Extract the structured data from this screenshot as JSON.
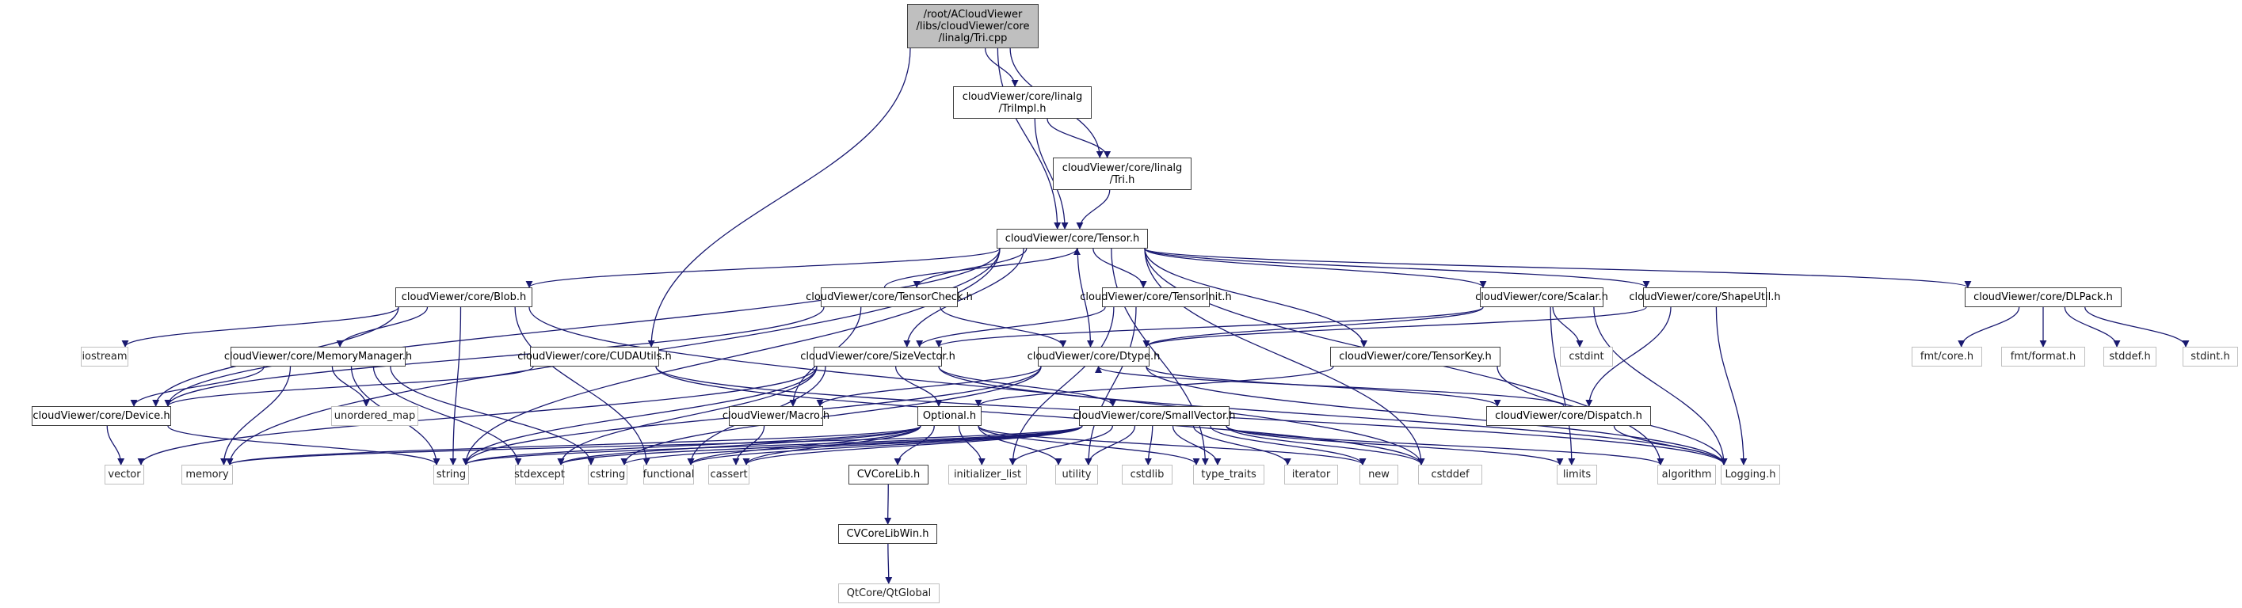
{
  "graph": {
    "title": "Include dependency graph for Tri.cpp",
    "edge_color": "#191970",
    "nodes": {
      "tri_cpp": {
        "label": "/root/ACloudViewer\n/libs/cloudViewer/core\n/linalg/Tri.cpp",
        "kind": "root"
      },
      "tri_impl": {
        "label": "cloudViewer/core/linalg\n/TriImpl.h",
        "kind": "internal"
      },
      "tri_h": {
        "label": "cloudViewer/core/linalg\n/Tri.h",
        "kind": "internal"
      },
      "tensor": {
        "label": "cloudViewer/core/Tensor.h",
        "kind": "internal"
      },
      "blob": {
        "label": "cloudViewer/core/Blob.h",
        "kind": "internal"
      },
      "tensor_check": {
        "label": "cloudViewer/core/TensorCheck.h",
        "kind": "internal"
      },
      "tensor_init": {
        "label": "cloudViewer/core/TensorInit.h",
        "kind": "internal"
      },
      "scalar": {
        "label": "cloudViewer/core/Scalar.h",
        "kind": "internal"
      },
      "shape_util": {
        "label": "cloudViewer/core/ShapeUtil.h",
        "kind": "internal"
      },
      "dlpack": {
        "label": "cloudViewer/core/DLPack.h",
        "kind": "internal"
      },
      "iostream": {
        "label": "iostream",
        "kind": "external"
      },
      "memory_manager": {
        "label": "cloudViewer/core/MemoryManager.h",
        "kind": "internal"
      },
      "cuda_utils": {
        "label": "cloudViewer/core/CUDAUtils.h",
        "kind": "internal"
      },
      "size_vector": {
        "label": "cloudViewer/core/SizeVector.h",
        "kind": "internal"
      },
      "dtype": {
        "label": "cloudViewer/core/Dtype.h",
        "kind": "internal"
      },
      "tensor_key": {
        "label": "cloudViewer/core/TensorKey.h",
        "kind": "internal"
      },
      "cstdint": {
        "label": "cstdint",
        "kind": "external"
      },
      "fmt_core": {
        "label": "fmt/core.h",
        "kind": "external"
      },
      "fmt_format": {
        "label": "fmt/format.h",
        "kind": "external"
      },
      "stddef_h": {
        "label": "stddef.h",
        "kind": "external"
      },
      "stdint_h": {
        "label": "stdint.h",
        "kind": "external"
      },
      "device": {
        "label": "cloudViewer/core/Device.h",
        "kind": "internal"
      },
      "unordered_map": {
        "label": "unordered_map",
        "kind": "external"
      },
      "macro": {
        "label": "cloudViewer/Macro.h",
        "kind": "internal"
      },
      "optional": {
        "label": "Optional.h",
        "kind": "internal"
      },
      "small_vector": {
        "label": "cloudViewer/core/SmallVector.h",
        "kind": "internal"
      },
      "dispatch": {
        "label": "cloudViewer/core/Dispatch.h",
        "kind": "internal"
      },
      "vector": {
        "label": "vector",
        "kind": "external"
      },
      "memory": {
        "label": "memory",
        "kind": "external"
      },
      "string": {
        "label": "string",
        "kind": "external"
      },
      "stdexcept": {
        "label": "stdexcept",
        "kind": "external"
      },
      "cstring": {
        "label": "cstring",
        "kind": "external"
      },
      "functional": {
        "label": "functional",
        "kind": "external"
      },
      "cassert": {
        "label": "cassert",
        "kind": "external"
      },
      "cvcorelib": {
        "label": "CVCoreLib.h",
        "kind": "internal"
      },
      "initializer_list": {
        "label": "initializer_list",
        "kind": "external"
      },
      "utility": {
        "label": "utility",
        "kind": "external"
      },
      "cstdlib": {
        "label": "cstdlib",
        "kind": "external"
      },
      "type_traits": {
        "label": "type_traits",
        "kind": "external"
      },
      "iterator": {
        "label": "iterator",
        "kind": "external"
      },
      "new": {
        "label": "new",
        "kind": "external"
      },
      "cstddef": {
        "label": "cstddef",
        "kind": "external"
      },
      "limits": {
        "label": "limits",
        "kind": "external"
      },
      "algorithm": {
        "label": "algorithm",
        "kind": "external"
      },
      "logging": {
        "label": "Logging.h",
        "kind": "external"
      },
      "cvcorelibwin": {
        "label": "CVCoreLibWin.h",
        "kind": "internal"
      },
      "qtglobal": {
        "label": "QtCore/QtGlobal",
        "kind": "external"
      }
    },
    "edges": [
      [
        "tri_cpp",
        "tri_impl"
      ],
      [
        "tri_cpp",
        "tri_h"
      ],
      [
        "tri_cpp",
        "tensor"
      ],
      [
        "tri_cpp",
        "cuda_utils"
      ],
      [
        "tri_impl",
        "tri_h"
      ],
      [
        "tri_impl",
        "tensor"
      ],
      [
        "tri_h",
        "tensor"
      ],
      [
        "tensor",
        "blob"
      ],
      [
        "tensor",
        "tensor_check"
      ],
      [
        "tensor",
        "tensor_init"
      ],
      [
        "tensor",
        "scalar"
      ],
      [
        "tensor",
        "shape_util"
      ],
      [
        "tensor",
        "dlpack"
      ],
      [
        "tensor",
        "size_vector"
      ],
      [
        "tensor",
        "dtype"
      ],
      [
        "tensor",
        "tensor_key"
      ],
      [
        "tensor",
        "device"
      ],
      [
        "tensor",
        "memory"
      ],
      [
        "tensor",
        "string"
      ],
      [
        "tensor",
        "algorithm"
      ],
      [
        "tensor",
        "type_traits"
      ],
      [
        "tensor",
        "cstddef"
      ],
      [
        "tensor_check",
        "tensor"
      ],
      [
        "tensor_check",
        "macro"
      ],
      [
        "tensor_check",
        "device"
      ],
      [
        "tensor_check",
        "dtype"
      ],
      [
        "blob",
        "device"
      ],
      [
        "blob",
        "memory_manager"
      ],
      [
        "blob",
        "iostream"
      ],
      [
        "blob",
        "string"
      ],
      [
        "blob",
        "functional"
      ],
      [
        "blob",
        "cstddef"
      ],
      [
        "memory_manager",
        "device"
      ],
      [
        "memory_manager",
        "unordered_map"
      ],
      [
        "memory_manager",
        "memory"
      ],
      [
        "memory_manager",
        "string"
      ],
      [
        "memory_manager",
        "stdexcept"
      ],
      [
        "memory_manager",
        "cstring"
      ],
      [
        "cuda_utils",
        "device"
      ],
      [
        "cuda_utils",
        "cstddef"
      ],
      [
        "cuda_utils",
        "logging"
      ],
      [
        "tensor_init",
        "size_vector"
      ],
      [
        "tensor_init",
        "initializer_list"
      ],
      [
        "tensor_init",
        "utility"
      ],
      [
        "scalar",
        "dtype"
      ],
      [
        "scalar",
        "cstdint"
      ],
      [
        "scalar",
        "logging"
      ],
      [
        "scalar",
        "limits"
      ],
      [
        "scalar",
        "size_vector"
      ],
      [
        "shape_util",
        "dispatch"
      ],
      [
        "shape_util",
        "logging"
      ],
      [
        "shape_util",
        "dtype"
      ],
      [
        "dlpack",
        "fmt_core"
      ],
      [
        "dlpack",
        "fmt_format"
      ],
      [
        "dlpack",
        "stddef_h"
      ],
      [
        "dlpack",
        "stdint_h"
      ],
      [
        "size_vector",
        "optional"
      ],
      [
        "size_vector",
        "small_vector"
      ],
      [
        "size_vector",
        "string"
      ],
      [
        "size_vector",
        "vector"
      ],
      [
        "size_vector",
        "stdexcept"
      ],
      [
        "size_vector",
        "functional"
      ],
      [
        "size_vector",
        "logging"
      ],
      [
        "dtype",
        "dispatch"
      ],
      [
        "dtype",
        "macro"
      ],
      [
        "dtype",
        "string"
      ],
      [
        "dtype",
        "logging"
      ],
      [
        "dtype",
        "cstring"
      ],
      [
        "tensor_key",
        "optional"
      ],
      [
        "tensor_key",
        "logging"
      ],
      [
        "device",
        "vector"
      ],
      [
        "device",
        "string"
      ],
      [
        "macro",
        "cassert"
      ],
      [
        "optional",
        "cvcorelib"
      ],
      [
        "optional",
        "cassert"
      ],
      [
        "optional",
        "functional"
      ],
      [
        "optional",
        "initializer_list"
      ],
      [
        "optional",
        "utility"
      ],
      [
        "optional",
        "type_traits"
      ],
      [
        "optional",
        "stdexcept"
      ],
      [
        "optional",
        "string"
      ],
      [
        "optional",
        "memory"
      ],
      [
        "optional",
        "new"
      ],
      [
        "small_vector",
        "cassert"
      ],
      [
        "small_vector",
        "cstddef"
      ],
      [
        "small_vector",
        "cstdlib"
      ],
      [
        "small_vector",
        "cstring"
      ],
      [
        "small_vector",
        "algorithm"
      ],
      [
        "small_vector",
        "initializer_list"
      ],
      [
        "small_vector",
        "iterator"
      ],
      [
        "small_vector",
        "limits"
      ],
      [
        "small_vector",
        "memory"
      ],
      [
        "small_vector",
        "new"
      ],
      [
        "small_vector",
        "type_traits"
      ],
      [
        "small_vector",
        "utility"
      ],
      [
        "small_vector",
        "functional"
      ],
      [
        "small_vector",
        "stdexcept"
      ],
      [
        "small_vector",
        "string"
      ],
      [
        "dispatch",
        "dtype"
      ],
      [
        "dispatch",
        "logging"
      ],
      [
        "cvcorelib",
        "cvcorelibwin"
      ],
      [
        "cvcorelibwin",
        "qtglobal"
      ]
    ]
  }
}
